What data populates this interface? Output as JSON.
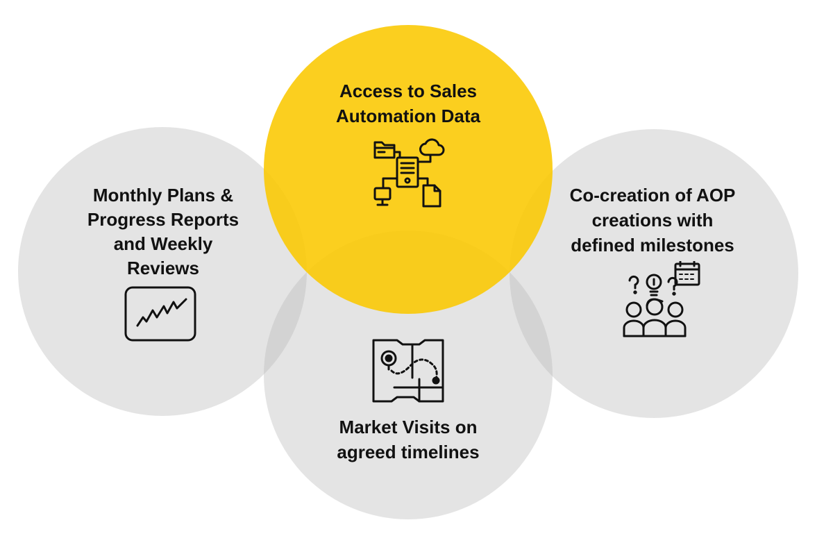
{
  "diagram": {
    "nodes": {
      "top": {
        "lines": [
          "Access to Sales",
          "Automation Data"
        ],
        "icon": "network-server-icon",
        "color": "#F9C600"
      },
      "left": {
        "lines": [
          "Monthly Plans &",
          "Progress Reports",
          "and Weekly",
          "Reviews"
        ],
        "icon": "line-chart-icon",
        "color": "#E6E6E6"
      },
      "right": {
        "lines": [
          "Co-creation of AOP",
          "creations with",
          "defined milestones"
        ],
        "icon": "team-ideas-calendar-icon",
        "color": "#E6E6E6"
      },
      "bottom": {
        "lines": [
          "Market Visits on",
          "agreed timelines"
        ],
        "icon": "map-route-icon",
        "color": "#E6E6E6"
      }
    }
  }
}
